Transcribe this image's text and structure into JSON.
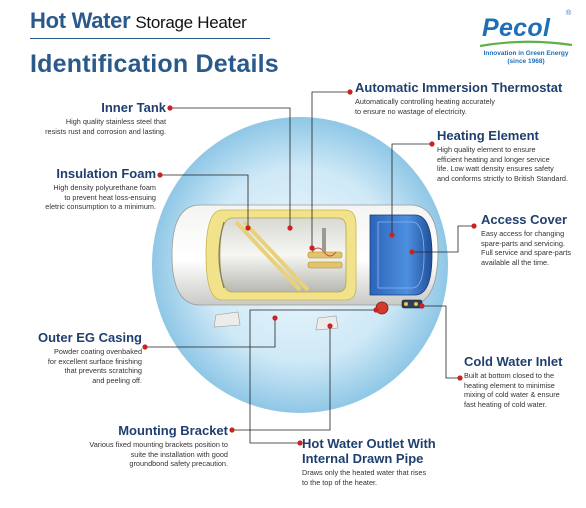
{
  "header": {
    "title_main": "Hot Water",
    "title_sub": "Storage Heater",
    "subtitle": "Identification Details"
  },
  "logo": {
    "name": "Pecol",
    "registered": "®",
    "tagline": "Innovation in Green Energy",
    "since": "(since 1968)"
  },
  "labels": {
    "inner_tank": {
      "title": "Inner Tank",
      "lines": [
        "High quality stainless steel that",
        "resists rust and corrosion and lasting."
      ]
    },
    "insulation_foam": {
      "title": "Insulation Foam",
      "lines": [
        "High density polyurethane foam",
        "to prevent heat loss-ensuing",
        "eletric consumption to a minimum."
      ]
    },
    "outer_casing": {
      "title": "Outer EG Casing",
      "lines": [
        "Powder coating ovenbaked",
        "for excellent surface finishing",
        "that prevents scratching",
        "and peeling off."
      ]
    },
    "mounting_bracket": {
      "title": "Mounting Bracket",
      "lines": [
        "Various fixed mounting brackets position to",
        "suite the installation with good",
        "groundbond safety precaution."
      ]
    },
    "thermostat": {
      "title": "Automatic Immersion Thermostat",
      "lines": [
        "Automatically controlling heating accurately",
        "to ensure no wastage of electricity."
      ]
    },
    "heating_element": {
      "title": "Heating Element",
      "lines": [
        "High quality element to ensure",
        "efficient heating and longer service",
        "life. Low watt density ensures safety",
        "and conforms strictly to British Standard."
      ]
    },
    "access_cover": {
      "title": "Access Cover",
      "lines": [
        "Easy access for changing",
        "spare-parts and servicing.",
        "Full service and spare-parts",
        "available all the time."
      ]
    },
    "cold_water_inlet": {
      "title": "Cold Water Inlet",
      "lines": [
        "Built at bottom closed to the",
        "heating element to minimise",
        "mixing of cold water & ensure",
        "fast heating of cold water."
      ]
    },
    "hot_water_outlet": {
      "title_line1": "Hot Water Outlet With",
      "title_line2": "Internal Drawn Pipe",
      "lines": [
        "Draws only the heated water that rises",
        "to the top of the heater."
      ]
    }
  }
}
